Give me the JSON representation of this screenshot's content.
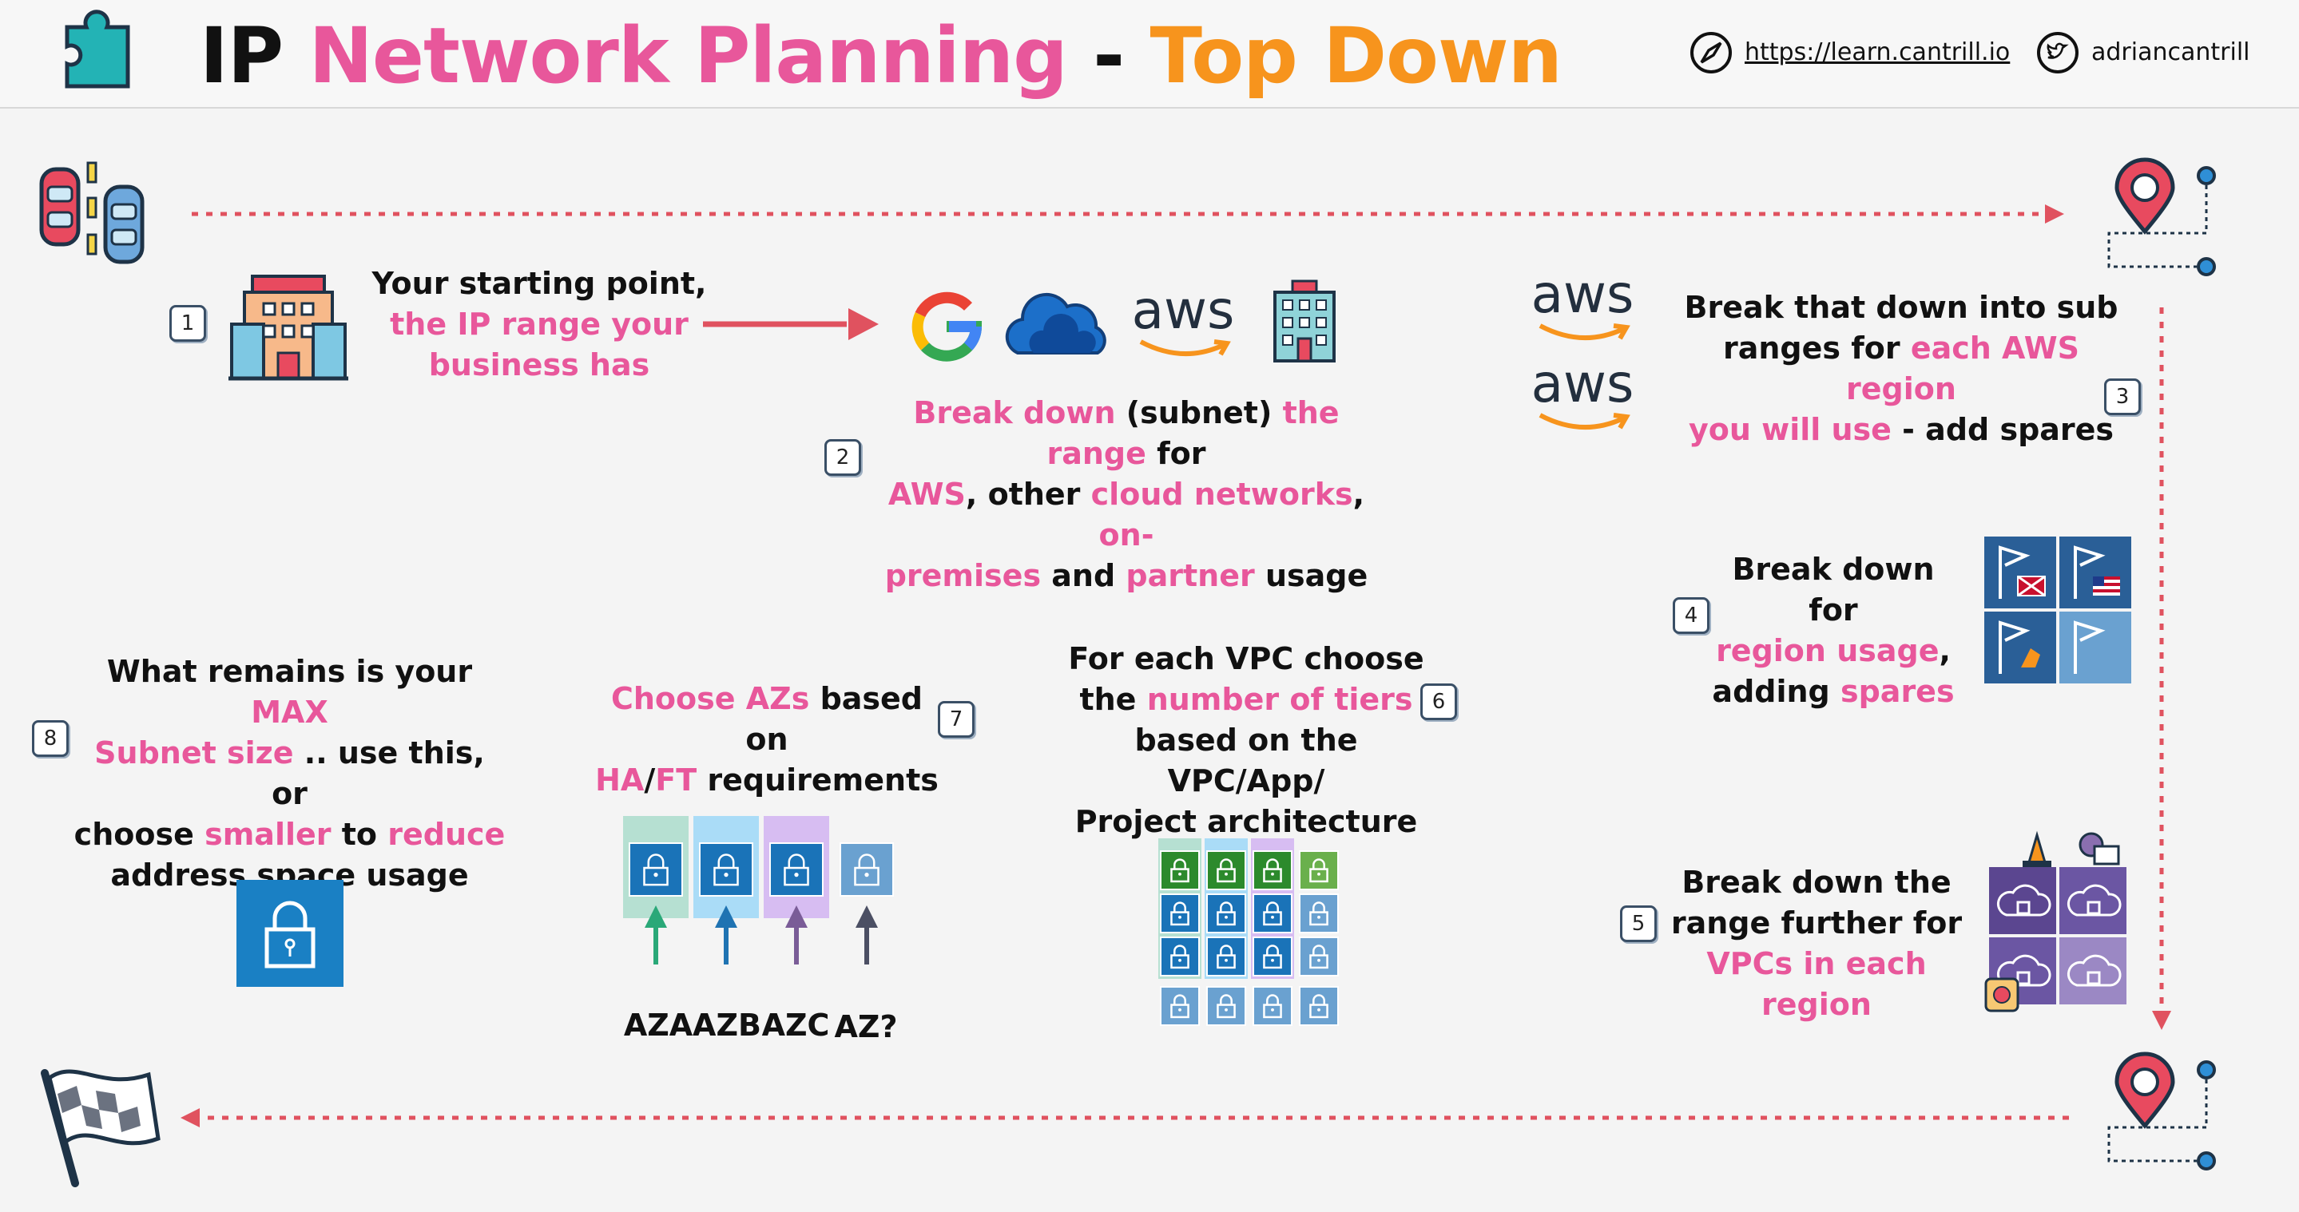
{
  "header": {
    "title_part1": "IP",
    "title_part2": "Network Planning",
    "title_part3": "-",
    "title_part4": "Top Down",
    "website": "https://learn.cantrill.io",
    "twitter": "adriancantrill"
  },
  "steps": {
    "s1": {
      "num": "1",
      "l1": "Your starting point,",
      "l2": "the IP range your",
      "l3": "business has"
    },
    "s2": {
      "num": "2",
      "a": "Break down",
      "b": " (subnet) ",
      "c": "the range",
      "d": " for",
      "e": "AWS",
      "f": ", other ",
      "g": "cloud networks",
      "h": ", ",
      "i": "on-",
      "j": "premises",
      "k": " and ",
      "l": "partner",
      "m": " usage"
    },
    "s3": {
      "num": "3",
      "l1": "Break that down into sub",
      "l2a": "ranges for ",
      "l2b": "each AWS region",
      "l3a": "you will use",
      "l3b": " - add spares"
    },
    "s4": {
      "num": "4",
      "l1": "Break down for",
      "l2a": "region usage",
      "l2b": ",",
      "l3a": "adding ",
      "l3b": "spares"
    },
    "s5": {
      "num": "5",
      "l1": "Break down the",
      "l2": "range further for",
      "l3": "VPCs in each region"
    },
    "s6": {
      "num": "6",
      "l1": "For each VPC choose",
      "l2a": "the ",
      "l2b": "number of tiers",
      "l3": "based on the VPC/App/",
      "l4": "Project architecture"
    },
    "s7": {
      "num": "7",
      "l1a": "Choose AZs",
      "l1b": " based on",
      "l2a": "HA",
      "l2b": "/",
      "l2c": "FT",
      "l2d": " requirements"
    },
    "s8": {
      "num": "8",
      "l1a": "What remains is your ",
      "l1b": "MAX",
      "l2a": "Subnet size",
      "l2b": " .. use this, or",
      "l3a": "choose ",
      "l3b": "smaller",
      "l3c": " to ",
      "l3d": "reduce",
      "l4": "address space usage"
    }
  },
  "logos": {
    "aws": "aws"
  },
  "az_labels": [
    "AZA",
    "AZB",
    "AZC",
    "AZ?"
  ],
  "icons": [
    "puzzle-logo-icon",
    "compass-icon",
    "twitter-icon",
    "cars-icon",
    "map-pin-icon",
    "checkered-flag-icon",
    "building-icon",
    "google-icon",
    "cloud-icon",
    "office-tower-icon",
    "region-flags-icon",
    "vpc-grid-icon",
    "padlock-icon"
  ],
  "colors": {
    "pink": "#e8579b",
    "orange": "#f7941d",
    "arrow_red": "#e0525f",
    "subnet_blue": "#1a80c4",
    "green": "#2ca02c",
    "purple": "#8a6fb0"
  }
}
